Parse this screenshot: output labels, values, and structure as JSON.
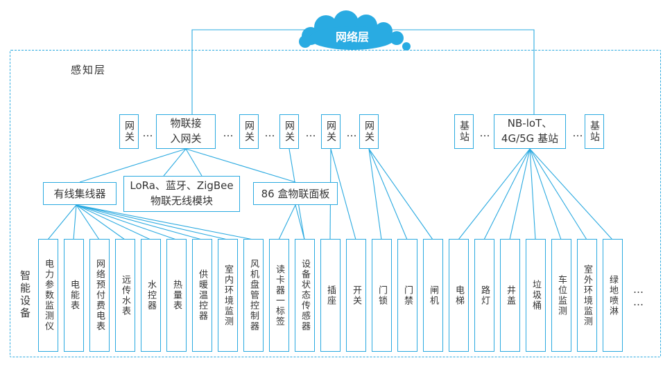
{
  "colors": {
    "accent": "#29a9e0",
    "cloud": "#29abe2",
    "text": "#333333"
  },
  "cloud": {
    "label": "网络层"
  },
  "perception": {
    "label": "感知层"
  },
  "smart_devices": {
    "label": "智能设备"
  },
  "gateways": {
    "gateway": "网关",
    "ellipsis": "…",
    "iot_access_line1": "物联接",
    "iot_access_line2": "入网关",
    "base_station": "基站",
    "nb_line1": "NB-loT、",
    "nb_line2": "4G/5G 基站"
  },
  "hubs": {
    "wired_hub": "有线集线器",
    "wireless_line1": "LoRa、蓝牙、ZigBee",
    "wireless_line2": "物联无线模块",
    "panel86": "86 盒物联面板"
  },
  "devices": [
    "电力参数监测仪",
    "电能表",
    "网络预付费电表",
    "远传水表",
    "水控器",
    "热量表",
    "供暖温控器",
    "室内环境监测",
    "风机盘管控制器",
    "读卡器一标签",
    "设备状态传感器",
    "插座",
    "开关",
    "门锁",
    "门禁",
    "闸机",
    "电梯",
    "路灯",
    "井盖",
    "垃圾桶",
    "车位监测",
    "室外环境监测",
    "绿地喷淋",
    "……"
  ]
}
